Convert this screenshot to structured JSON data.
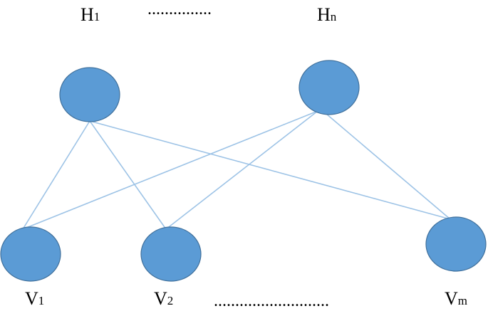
{
  "colors": {
    "node_fill": "#5b9bd5",
    "node_stroke": "#41719c",
    "edge": "#9dc3e6",
    "text": "#000000"
  },
  "hidden_layer": {
    "first": {
      "letter": "H",
      "index": "1"
    },
    "last": {
      "letter": "H",
      "index": "n"
    },
    "ellipsis": "..............."
  },
  "visible_layer": {
    "first": {
      "letter": "V",
      "index": "1"
    },
    "second": {
      "letter": "V",
      "index": "2"
    },
    "last": {
      "letter": "V",
      "index": "m"
    },
    "ellipsis": "..........................."
  },
  "edges": [
    {
      "from": "hidden_layer.first",
      "to": "visible_layer.first"
    },
    {
      "from": "hidden_layer.first",
      "to": "visible_layer.second"
    },
    {
      "from": "hidden_layer.first",
      "to": "visible_layer.last"
    },
    {
      "from": "hidden_layer.last",
      "to": "visible_layer.first"
    },
    {
      "from": "hidden_layer.last",
      "to": "visible_layer.second"
    },
    {
      "from": "hidden_layer.last",
      "to": "visible_layer.last"
    }
  ]
}
